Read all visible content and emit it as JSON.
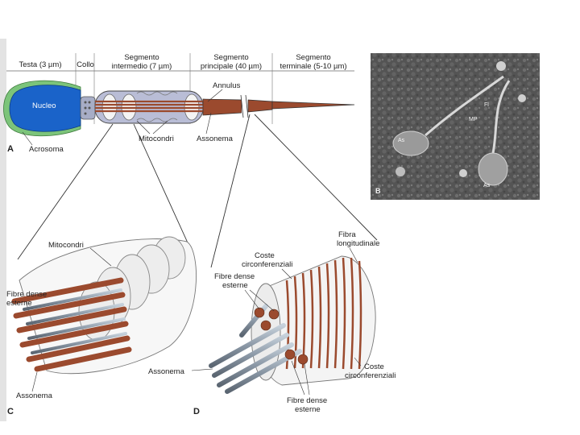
{
  "panels": {
    "a": "A",
    "b": "B",
    "c": "C",
    "d": "D"
  },
  "header": {
    "testa": "Testa (3 µm)",
    "collo": "Collo",
    "intermedio_l1": "Segmento",
    "intermedio_l2": "intermedio (7 µm)",
    "principale_l1": "Segmento",
    "principale_l2": "principale (40 µm)",
    "terminale_l1": "Segmento",
    "terminale_l2": "terminale (5-10 µm)"
  },
  "panel_a": {
    "nucleo": "Nucleo",
    "acrosoma": "Acrosoma",
    "mitocondri": "Mitocondri",
    "annulus": "Annulus",
    "assonema": "Assonema"
  },
  "panel_b": {
    "fl": "Fl",
    "mp": "MP",
    "as1": "As",
    "as2": "As"
  },
  "panel_c": {
    "mitocondri": "Mitocondri",
    "fibre_l1": "Fibre dense",
    "fibre_l2": "esterne",
    "assonema": "Assonema"
  },
  "panel_d": {
    "fibra_l1": "Fibra",
    "fibra_l2": "longitudinale",
    "coste_top_l1": "Coste",
    "coste_top_l2": "circonferenziali",
    "fibre_top_l1": "Fibre dense",
    "fibre_top_l2": "esterne",
    "assonema": "Assonema",
    "coste_bot_l1": "Coste",
    "coste_bot_l2": "circonferenziali",
    "fibre_bot_l1": "Fibre dense",
    "fibre_bot_l2": "esterne"
  },
  "colors": {
    "nucleus": "#1a63c9",
    "acrosome": "#7cc47a",
    "fiber": "#9b4a2e",
    "membrane": "#eeeeee",
    "sem_bg": "#4f4f4f"
  }
}
